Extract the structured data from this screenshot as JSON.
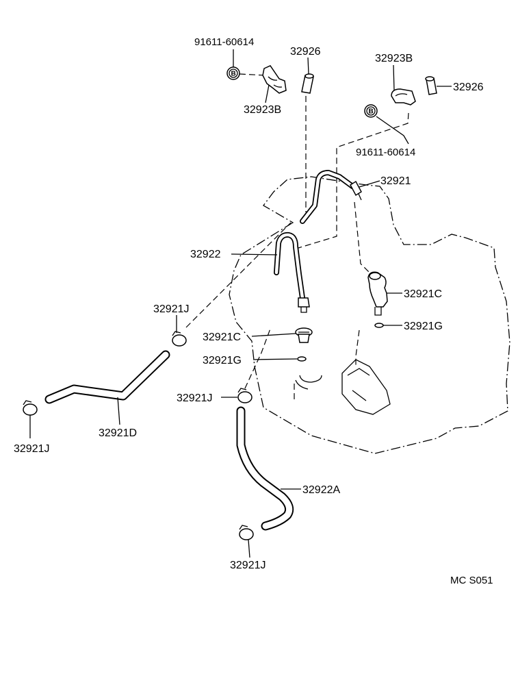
{
  "diagram": {
    "code": "MC S051",
    "b_mark": "B",
    "labels": {
      "bolt_left": "91611-60614",
      "sleeve_left": "32926",
      "clamp_left": "32923B",
      "clamp_right": "32923B",
      "sleeve_right": "32926",
      "bolt_right": "91611-60614",
      "tube_upper": "32921",
      "tube_lower": "32922",
      "clip_a": "32921J",
      "union_right": "32921C",
      "gasket_right": "32921G",
      "union_left": "32921C",
      "gasket_left": "32921G",
      "clip_b": "32921J",
      "clip_c": "32921J",
      "hose_d": "32921D",
      "hose_a": "32922A",
      "clip_d": "32921J"
    }
  }
}
